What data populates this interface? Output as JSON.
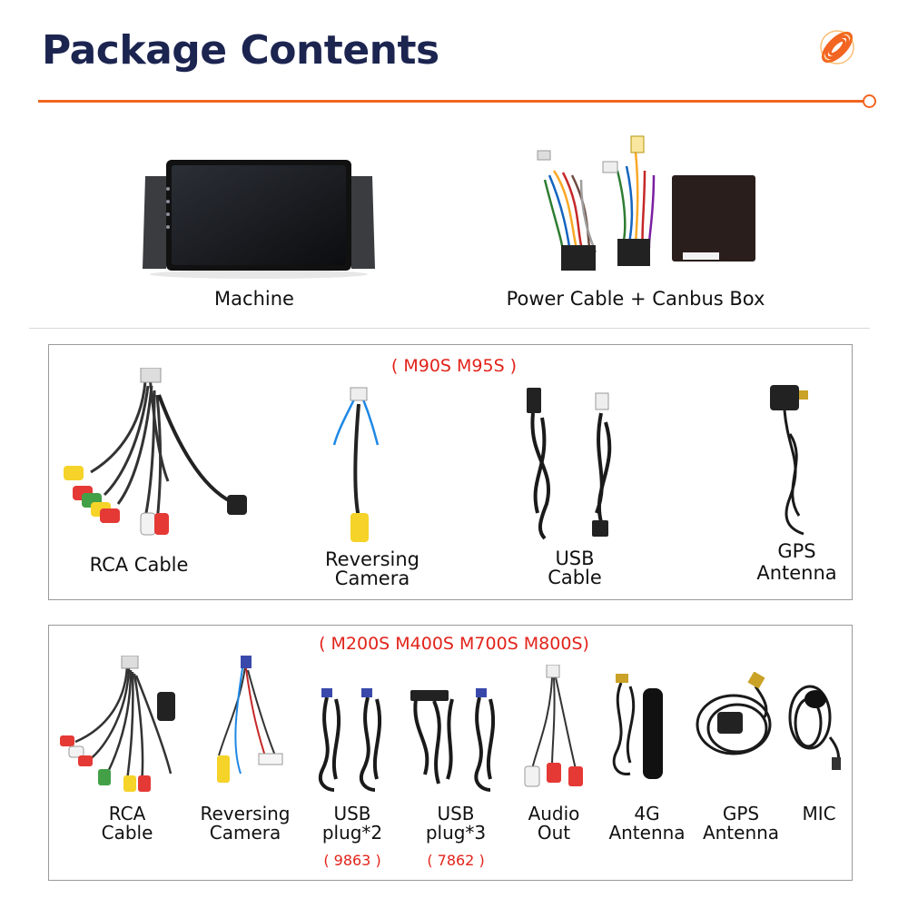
{
  "header": {
    "title": "Package Contents",
    "logo_icon": "orange-spiral-logo-icon",
    "accent_color": "#f26522",
    "title_color": "#1c2450"
  },
  "top_row": {
    "items": [
      {
        "label": "Machine",
        "icon": "head-unit-screen-image"
      },
      {
        "label": "Power Cable + Canbus Box",
        "icon": "power-harness-canbus-image"
      }
    ]
  },
  "section_1": {
    "models": "( M90S M95S )",
    "items": [
      {
        "label": "RCA Cable",
        "icon": "rca-cable-image"
      },
      {
        "label_line1": "Reversing",
        "label_line2": "Camera",
        "icon": "reversing-camera-cable-image"
      },
      {
        "label_line1": "USB",
        "label_line2": "Cable",
        "icon": "usb-cable-image"
      },
      {
        "label_line1": "GPS",
        "label_line2": "Antenna",
        "icon": "gps-antenna-image"
      }
    ]
  },
  "section_2": {
    "models": "( M200S M400S M700S M800S)",
    "items": [
      {
        "label_line1": "RCA",
        "label_line2": "Cable",
        "icon": "rca-cable-image"
      },
      {
        "label_line1": "Reversing",
        "label_line2": "Camera",
        "icon": "reversing-camera-cable-image"
      },
      {
        "label_line1": "USB",
        "label_line2": "plug*2",
        "code": "( 9863 )",
        "icon": "usb-plug-pair-image"
      },
      {
        "label_line1": "USB",
        "label_line2": "plug*3",
        "code": "( 7862 )",
        "icon": "usb-plug-triple-image"
      },
      {
        "label_line1": "Audio",
        "label_line2": "Out",
        "icon": "audio-out-cable-image"
      },
      {
        "label_line1": "4G",
        "label_line2": "Antenna",
        "icon": "4g-antenna-image"
      },
      {
        "label_line1": "GPS",
        "label_line2": "Antenna",
        "icon": "gps-antenna-image"
      },
      {
        "label_line1": "MIC",
        "icon": "microphone-image"
      }
    ]
  }
}
